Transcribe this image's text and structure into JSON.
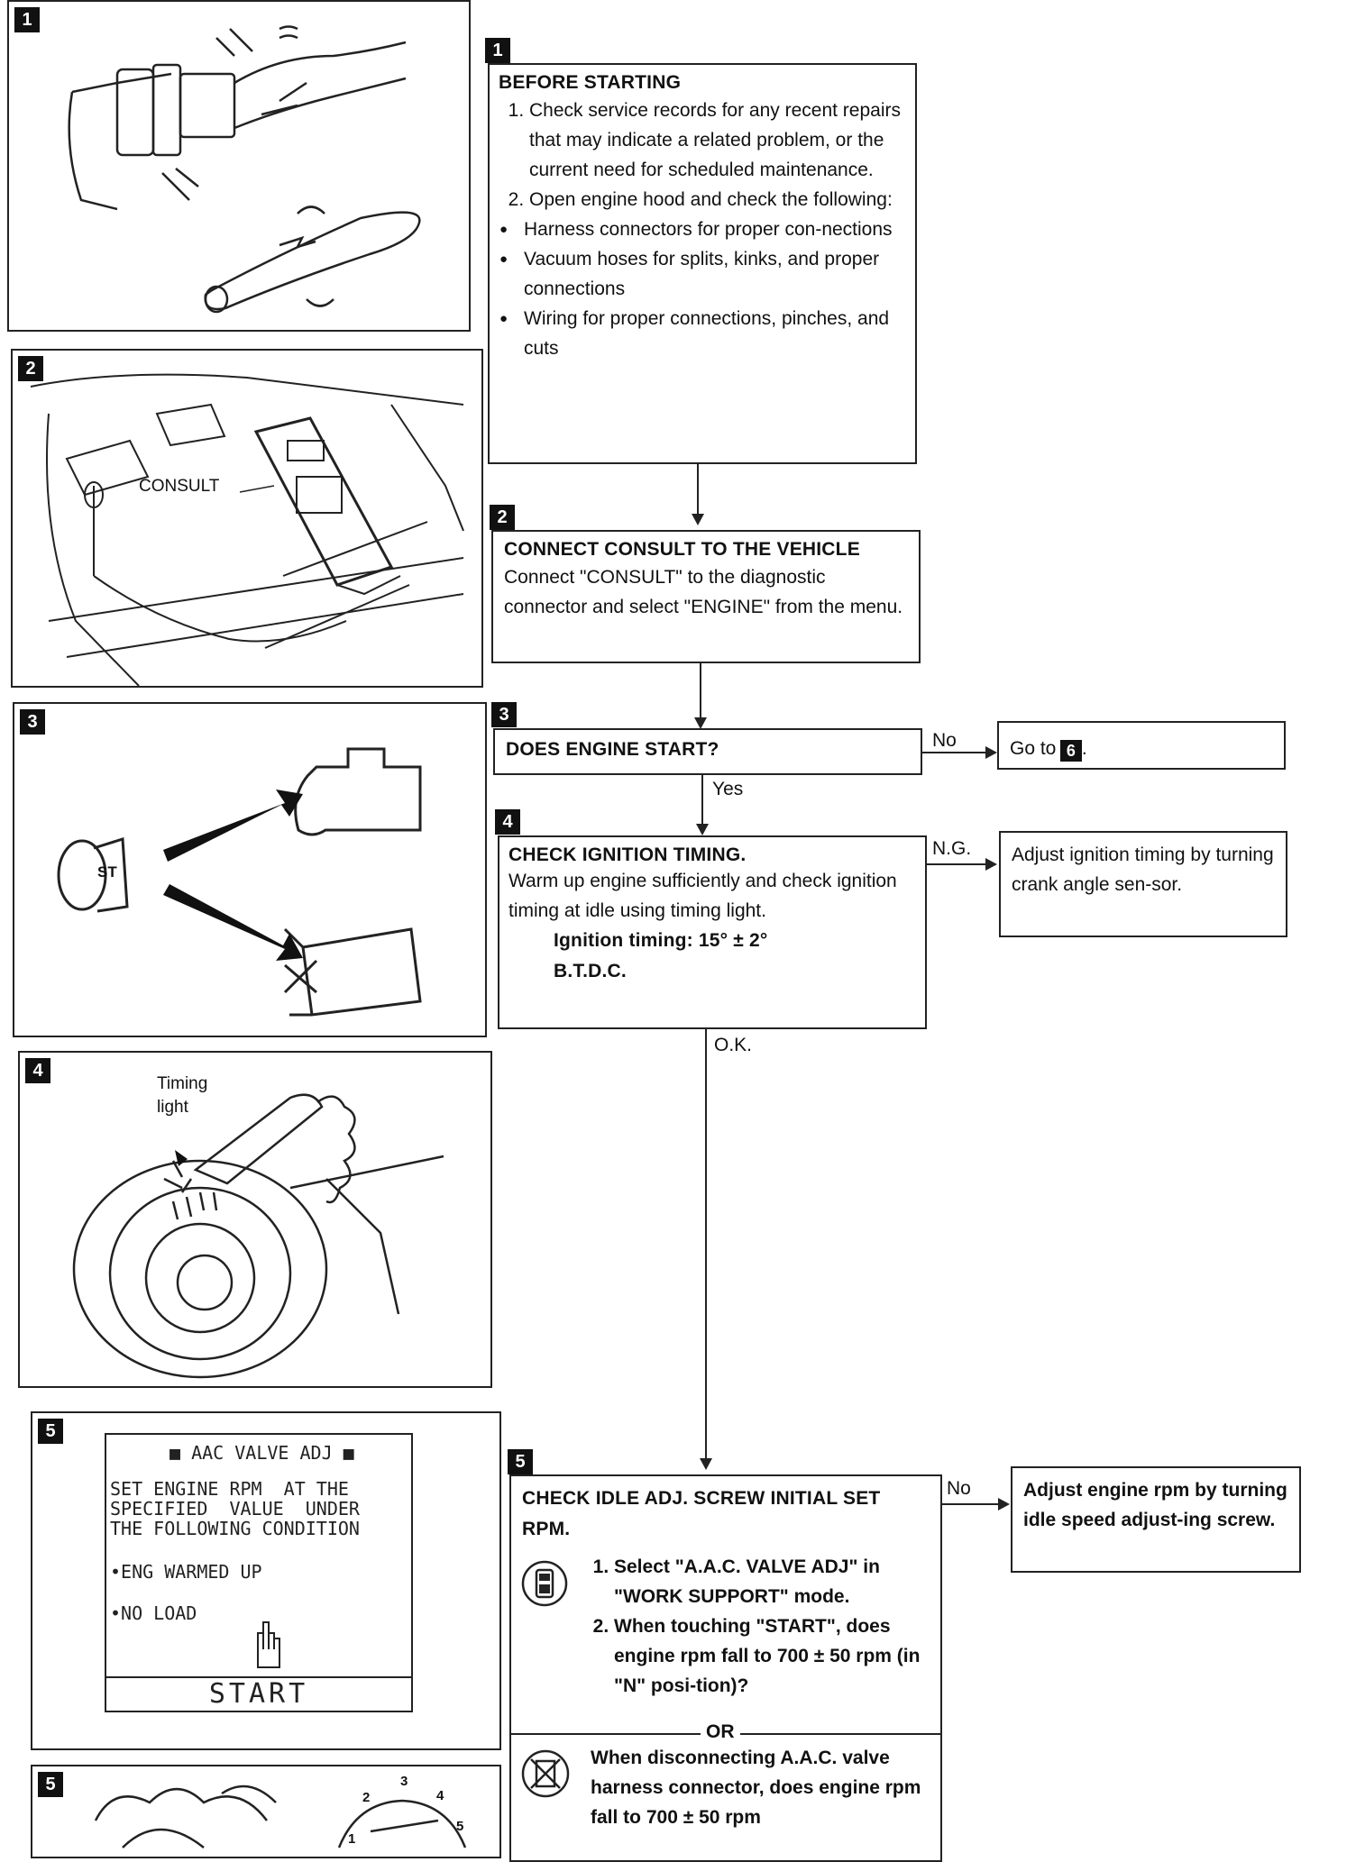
{
  "panels": [
    {
      "num": "1"
    },
    {
      "num": "2",
      "label": "CONSULT"
    },
    {
      "num": "3",
      "key_label": "ST"
    },
    {
      "num": "4",
      "label_line1": "Timing",
      "label_line2": "light"
    },
    {
      "num": "5",
      "screen_title": "■ AAC VALVE ADJ ■",
      "screen_line1": "SET ENGINE RPM  AT THE",
      "screen_line2": "SPECIFIED  VALUE  UNDER",
      "screen_line3": "THE FOLLOWING CONDITION",
      "cond1": "•ENG WARMED UP",
      "cond2": "•NO LOAD",
      "start": "START"
    },
    {
      "num": "5",
      "gauge_ticks": [
        "1",
        "2",
        "3",
        "4",
        "5"
      ]
    }
  ],
  "steps": {
    "s1": {
      "num": "1",
      "title": "BEFORE STARTING",
      "items": [
        "Check service records for any recent repairs that may indicate a related problem, or the current need for scheduled maintenance.",
        "Open engine hood and check the following:"
      ],
      "bullets": [
        "Harness connectors for proper con-nections",
        "Vacuum hoses for splits, kinks, and proper connections",
        "Wiring for proper connections, pinches, and cuts"
      ]
    },
    "s2": {
      "num": "2",
      "title": "CONNECT CONSULT TO THE VEHICLE",
      "text": "Connect \"CONSULT\" to the diagnostic connector and select \"ENGINE\" from the menu."
    },
    "s3": {
      "num": "3",
      "title": "DOES ENGINE START?",
      "no_label": "No",
      "yes_label": "Yes",
      "goto_text": "Go to",
      "goto_num": "6",
      "goto_tail": "."
    },
    "s4": {
      "num": "4",
      "title": "CHECK IGNITION TIMING.",
      "text": "Warm up engine sufficiently and check ignition timing at idle using timing light.",
      "spec1": "Ignition timing: 15° ± 2°",
      "spec2": "B.T.D.C.",
      "ng_label": "N.G.",
      "ok_label": "O.K.",
      "adjust": "Adjust ignition timing by turning crank angle sen-sor."
    },
    "s5": {
      "num": "5",
      "title": "CHECK IDLE ADJ. SCREW INITIAL SET RPM.",
      "items": [
        "Select \"A.A.C. VALVE ADJ\" in \"WORK SUPPORT\" mode.",
        "When touching \"START\", does engine rpm fall to 700 ± 50 rpm (in \"N\" posi-tion)?"
      ],
      "or_label": "OR",
      "alt_text": "When disconnecting A.A.C. valve harness connector, does engine rpm fall to 700 ± 50 rpm",
      "no_label": "No",
      "adjust": "Adjust engine rpm by turning idle speed adjust-ing screw."
    }
  }
}
